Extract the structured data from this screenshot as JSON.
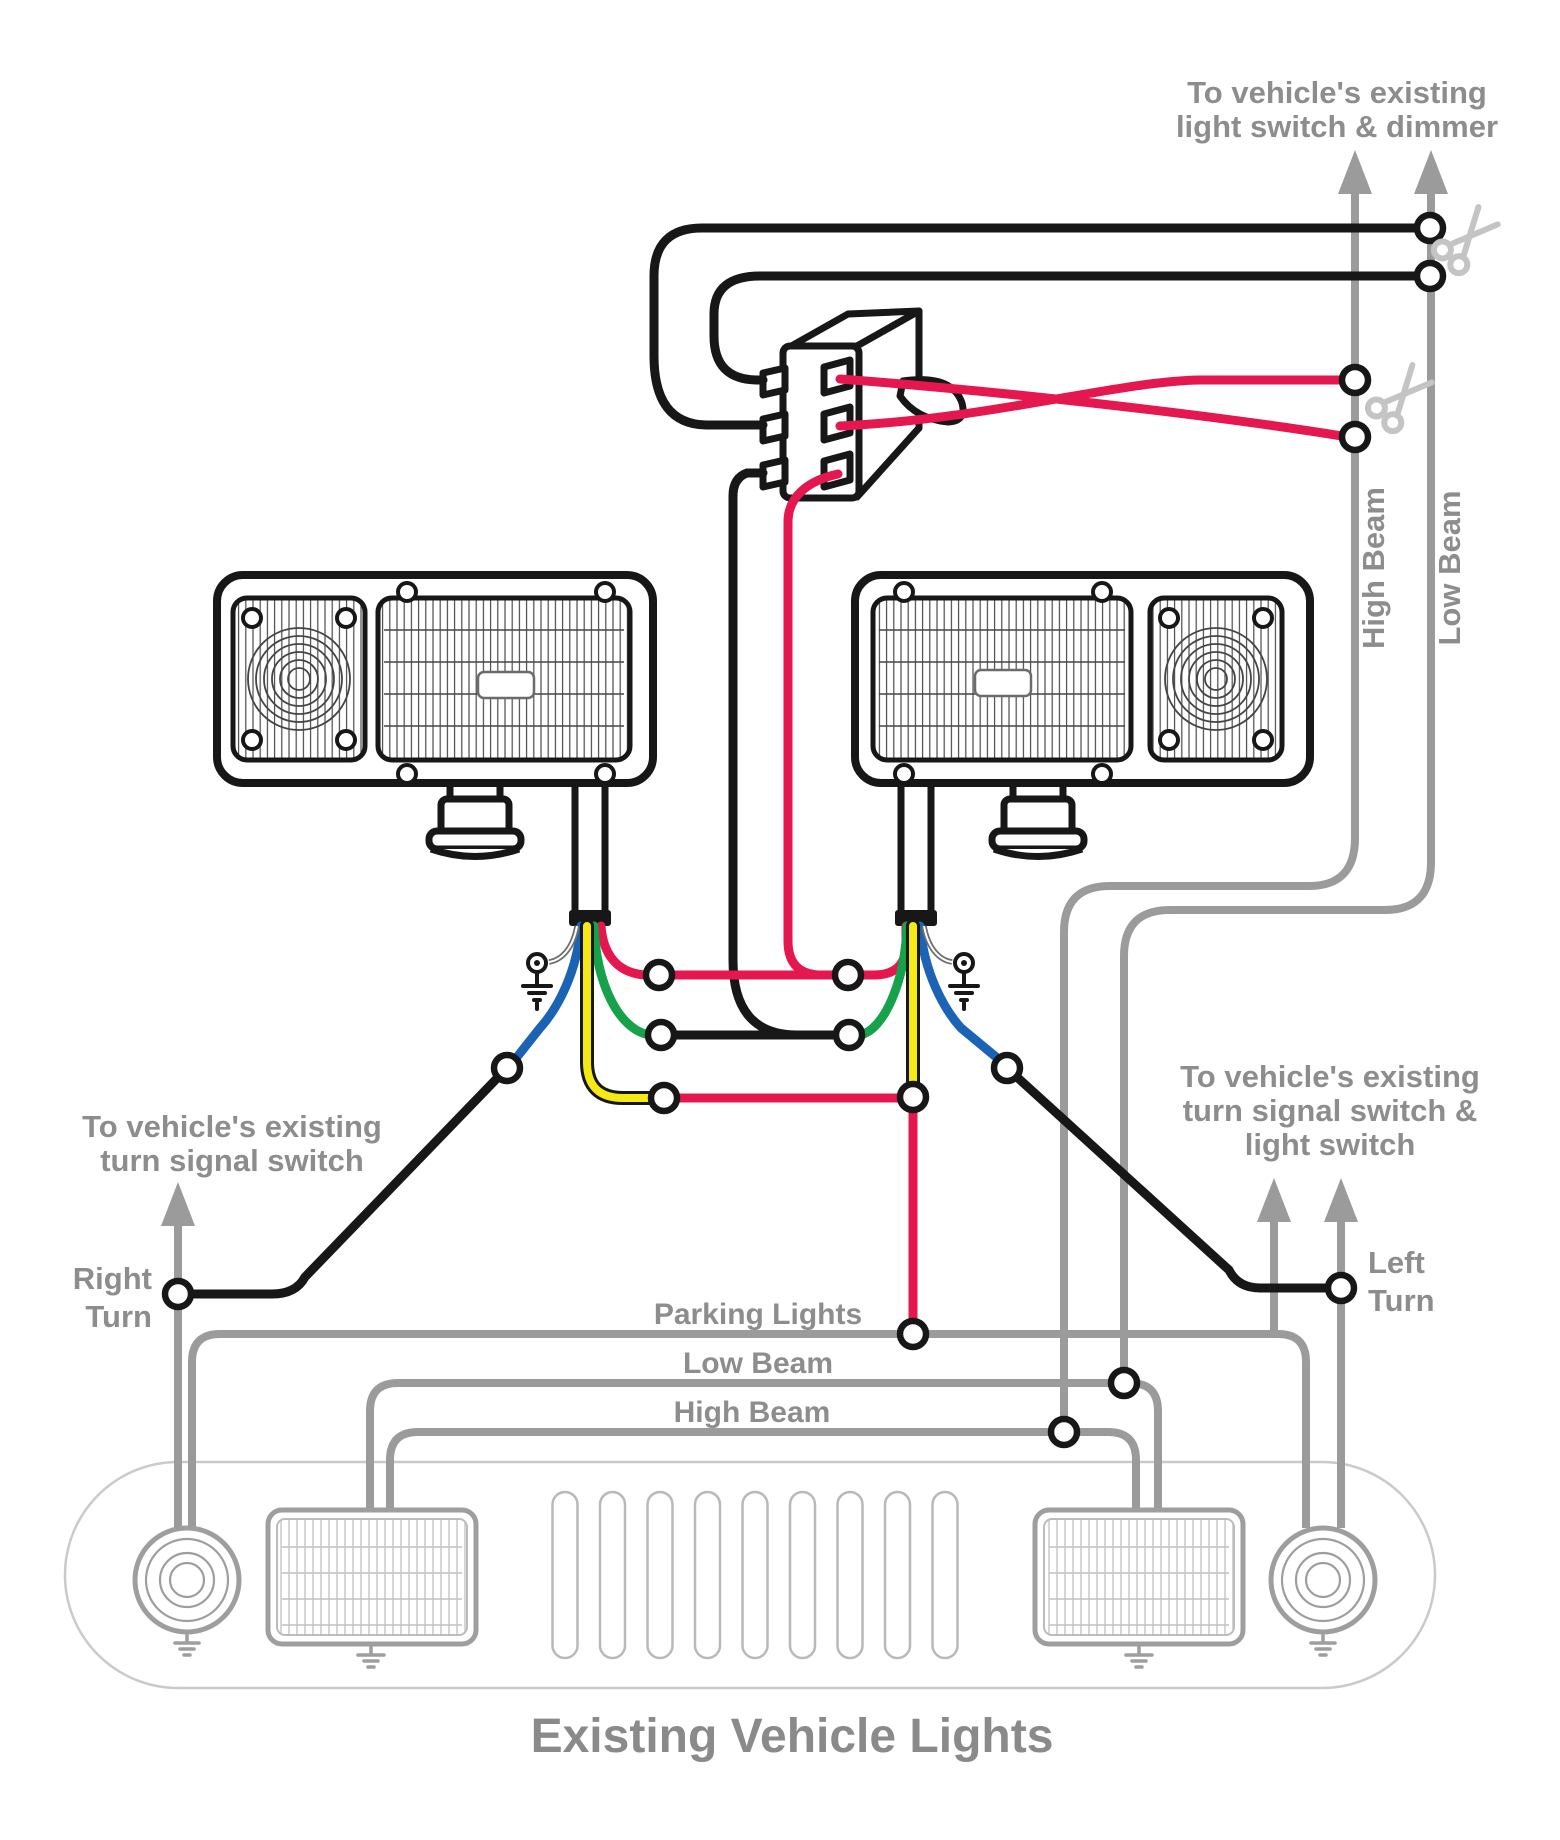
{
  "diagram": {
    "type": "wiring-diagram",
    "subject": "Snow plow light to vehicle wiring"
  },
  "colors": {
    "wire_red": "#e4174f",
    "wire_green": "#15a24b",
    "wire_blue": "#1b63b5",
    "wire_yellow": "#f6ea16",
    "wire_black": "#171717",
    "diagram_gray": "#9b9b9b",
    "vehicle_gray": "#cacaca",
    "label_gray": "#8d8d8d",
    "scissors_gray": "#c4c4c4"
  },
  "labels": {
    "dimmer_switch": {
      "line1": "To vehicle's existing",
      "line2": "light switch & dimmer"
    },
    "high_beam": "High Beam",
    "low_beam": "Low Beam",
    "turn_switch_left": {
      "line1": "To vehicle's existing",
      "line2": "turn signal switch"
    },
    "right_turn": {
      "line1": "Right",
      "line2": "Turn"
    },
    "left_turn": {
      "line1": "Left",
      "line2": "Turn"
    },
    "turn_switch_right": {
      "line1": "To vehicle's existing",
      "line2": "turn signal switch &",
      "line3": "light switch"
    },
    "bus": {
      "parking": "Parking Lights",
      "low": "Low Beam",
      "high": "High Beam"
    },
    "footer": "Existing Vehicle Lights"
  }
}
